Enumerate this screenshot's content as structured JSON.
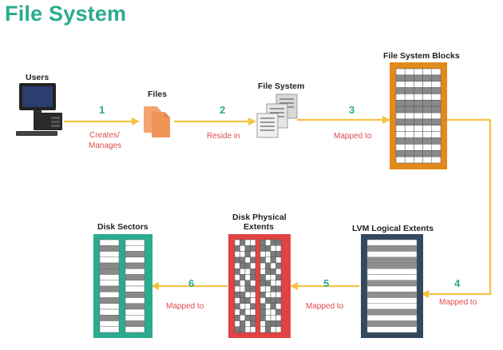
{
  "title": "File System",
  "nodes": {
    "users": "Users",
    "files": "Files",
    "file_system": "File System",
    "file_system_blocks": "File System Blocks",
    "lvm_logical_extents": "LVM Logical Extents",
    "disk_physical_extents_line1": "Disk Physical",
    "disk_physical_extents_line2": "Extents",
    "disk_sectors": "Disk Sectors"
  },
  "steps": [
    {
      "number": "1",
      "label_line1": "Creates/",
      "label_line2": "Manages"
    },
    {
      "number": "2",
      "label_line1": "Reside in",
      "label_line2": ""
    },
    {
      "number": "3",
      "label_line1": "Mapped to",
      "label_line2": ""
    },
    {
      "number": "4",
      "label_line1": "Mapped to",
      "label_line2": ""
    },
    {
      "number": "5",
      "label_line1": "Mapped to",
      "label_line2": ""
    },
    {
      "number": "6",
      "label_line1": "Mapped to",
      "label_line2": ""
    }
  ],
  "colors": {
    "title": "#2bab8f",
    "step_number": "#2bab8f",
    "step_label": "#e04b4b",
    "arrow": "#f5c242",
    "file_system_blocks": "#e38a1c",
    "lvm_logical_extents": "#34495e",
    "disk_physical_extents": "#e04343",
    "disk_sectors": "#2bab8f",
    "files_icon": "#f0955a"
  },
  "icons": {
    "users": "computer-icon",
    "files": "documents-icon",
    "file_system": "file-stack-icon"
  }
}
